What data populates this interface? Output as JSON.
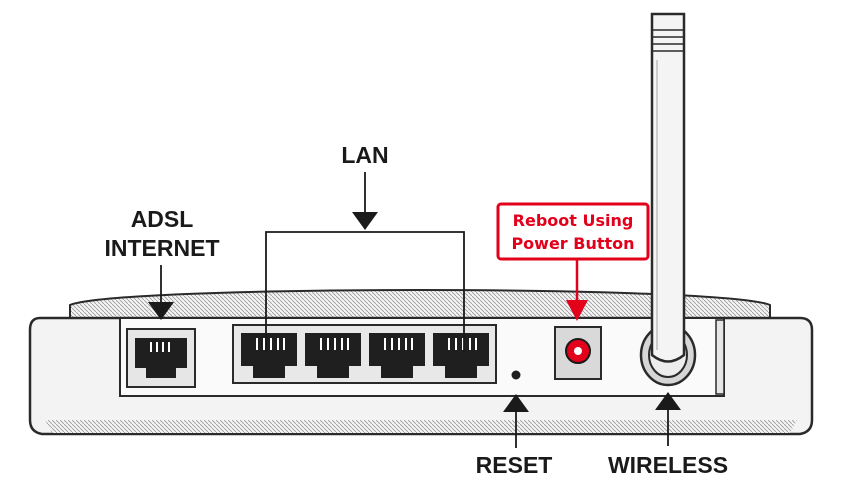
{
  "labels": {
    "lan": "LAN",
    "adsl_line1": "ADSL",
    "adsl_line2": "INTERNET",
    "reset": "RESET",
    "wireless": "WIRELESS"
  },
  "callout": {
    "line1": "Reboot Using",
    "line2": "Power Button"
  },
  "colors": {
    "callout": "#e3001b",
    "ink": "#1a1a1a",
    "device_fill": "#f2f2f2"
  }
}
